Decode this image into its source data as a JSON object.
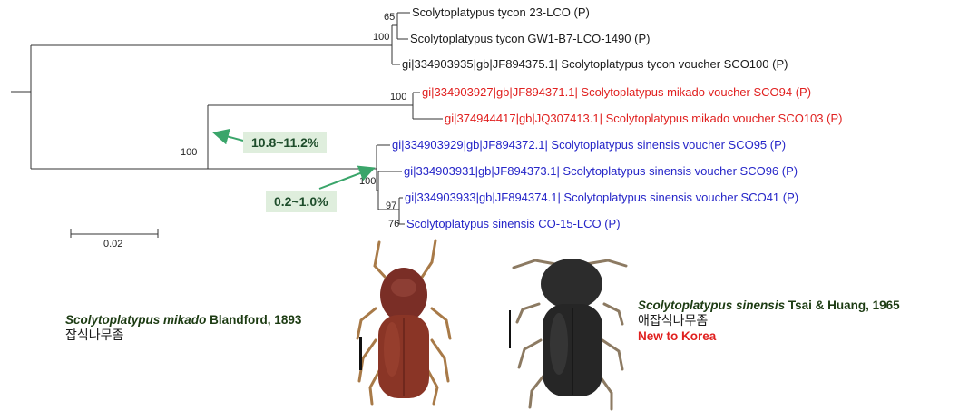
{
  "tree": {
    "taxa": [
      {
        "label": "Scolytoplatypus tycon 23-LCO",
        "suffix": " (P)",
        "color": "#1a1a1a"
      },
      {
        "label": "Scolytoplatypus tycon GW1-B7-LCO-1490",
        "suffix": "  (P)",
        "color": "#1a1a1a"
      },
      {
        "label": "gi|334903935|gb|JF894375.1|  Scolytoplatypus tycon voucher SCO100",
        "suffix": " (P)",
        "color": "#1a1a1a"
      },
      {
        "label": "gi|334903927|gb|JF894371.1|  Scolytoplatypus mikado voucher SCO94",
        "suffix": " (P)",
        "color": "#e0201f"
      },
      {
        "label": "gi|374944417|gb|JQ307413.1|  Scolytoplatypus mikado voucher SCO103",
        "suffix": " (P)",
        "color": "#e0201f"
      },
      {
        "label": "gi|334903929|gb|JF894372.1|  Scolytoplatypus sinensis voucher SCO95",
        "suffix": " (P)",
        "color": "#2525c8"
      },
      {
        "label": "gi|334903931|gb|JF894373.1|  Scolytoplatypus sinensis voucher SCO96",
        "suffix": " (P)",
        "color": "#2525c8"
      },
      {
        "label": "gi|334903933|gb|JF894374.1|  Scolytoplatypus sinensis voucher SCO41",
        "suffix": " (P)",
        "color": "#2525c8"
      },
      {
        "label": "Scolytoplatypus sinensis CO-15-LCO",
        "suffix": " (P)",
        "color": "#2525c8"
      }
    ],
    "bootstrap": [
      "65",
      "100",
      "100",
      "100",
      "100",
      "97",
      "76"
    ],
    "scale_label": "0.02"
  },
  "callouts": {
    "interspecific": "10.8~11.2%",
    "intraspecific": "0.2~1.0%"
  },
  "specimens": {
    "mikado": {
      "genus": "Scolytoplatypus",
      "epithet": "mikado",
      "authority": " Blandford, 1893",
      "korean_name": "잡식나무좀"
    },
    "sinensis": {
      "genus": "Scolytoplatypus",
      "epithet": "sinensis",
      "authority": " Tsai & Huang, 1965",
      "korean_name": "애잡식나무좀",
      "note": "New to Korea"
    }
  },
  "colors": {
    "tycon": "#1a1a1a",
    "mikado": "#e0201f",
    "sinensis": "#2525c8",
    "callout_bg": "#dfeedd",
    "arrow": "#3aa56a"
  }
}
